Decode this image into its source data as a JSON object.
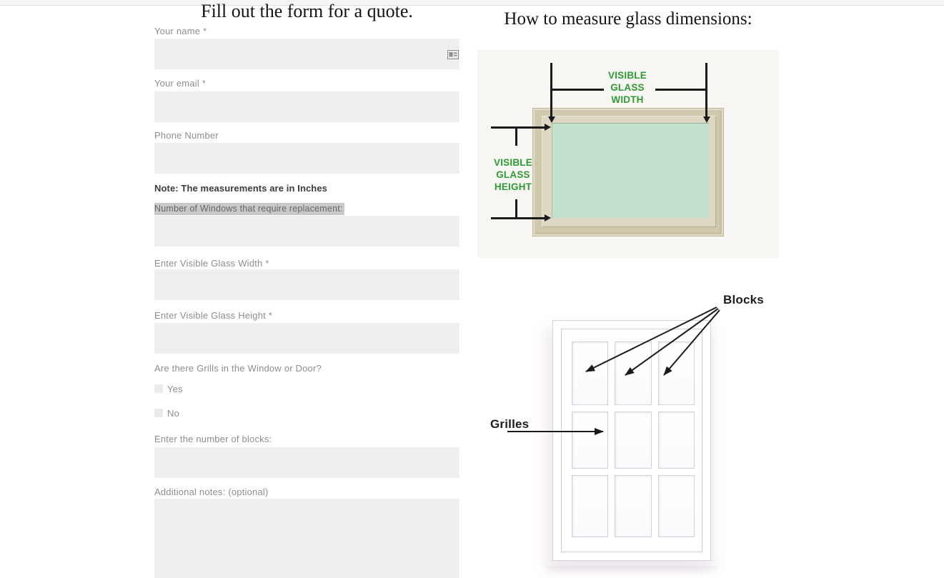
{
  "form": {
    "title": "Fill out the form for a quote.",
    "name_label": "Your name *",
    "email_label": "Your email *",
    "phone_label": "Phone Number",
    "note": "Note: The measurements are in Inches",
    "windows_count_label": "Number of Windows that require replacement:",
    "glass_width_label": "Enter Visible Glass Width *",
    "glass_height_label": "Enter Visible Glass Height *",
    "grills_question": "Are there Grills in the Window or Door?",
    "option_yes": "Yes",
    "option_no": "No",
    "blocks_count_label": "Enter the number of blocks:",
    "notes_label": "Additional notes: (optional)",
    "field_background": "#f0efee",
    "highlight_background": "#c9c9c9"
  },
  "guide": {
    "title": "How to measure glass dimensions:",
    "width_label_lines": [
      "VISIBLE",
      "GLASS",
      "WIDTH"
    ],
    "height_label_lines": [
      "VISIBLE",
      "GLASS",
      "HEIGHT"
    ],
    "blocks_label": "Blocks",
    "grilles_label": "Grilles",
    "accent_green": "#2e9b35",
    "glass_color": "#c3e2ce",
    "frame_color": "#d6cfb9"
  }
}
